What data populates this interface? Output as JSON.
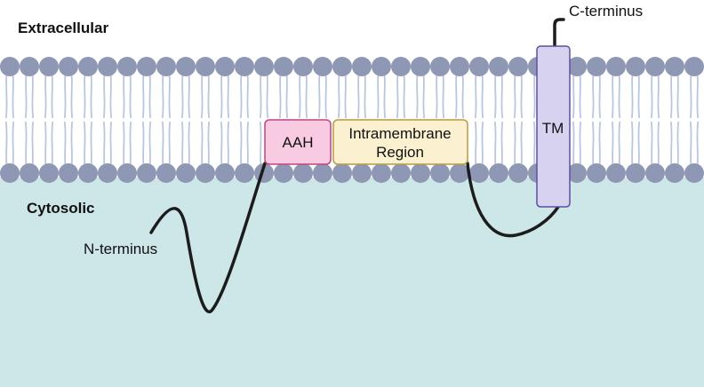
{
  "regions": {
    "extracellular": "Extracellular",
    "cytosolic": "Cytosolic"
  },
  "termini": {
    "n_terminus": "N-terminus",
    "c_terminus": "C-terminus"
  },
  "domains": {
    "aah": "AAH",
    "intramembrane_line1": "Intramembrane",
    "intramembrane_line2": "Region",
    "tm": "TM"
  },
  "colors": {
    "cytosol": "#cde6e8",
    "lipid_head": "#8e97b3",
    "lipid_tail": "#b9c7de",
    "aah_fill": "#f9cbe3",
    "aah_stroke": "#c0427e",
    "intramembrane_fill": "#fbf0cf",
    "intramembrane_stroke": "#b59b40",
    "tm_fill": "#d8d2f1",
    "tm_stroke": "#5e4fa0",
    "chain": "#1c1c1c"
  }
}
